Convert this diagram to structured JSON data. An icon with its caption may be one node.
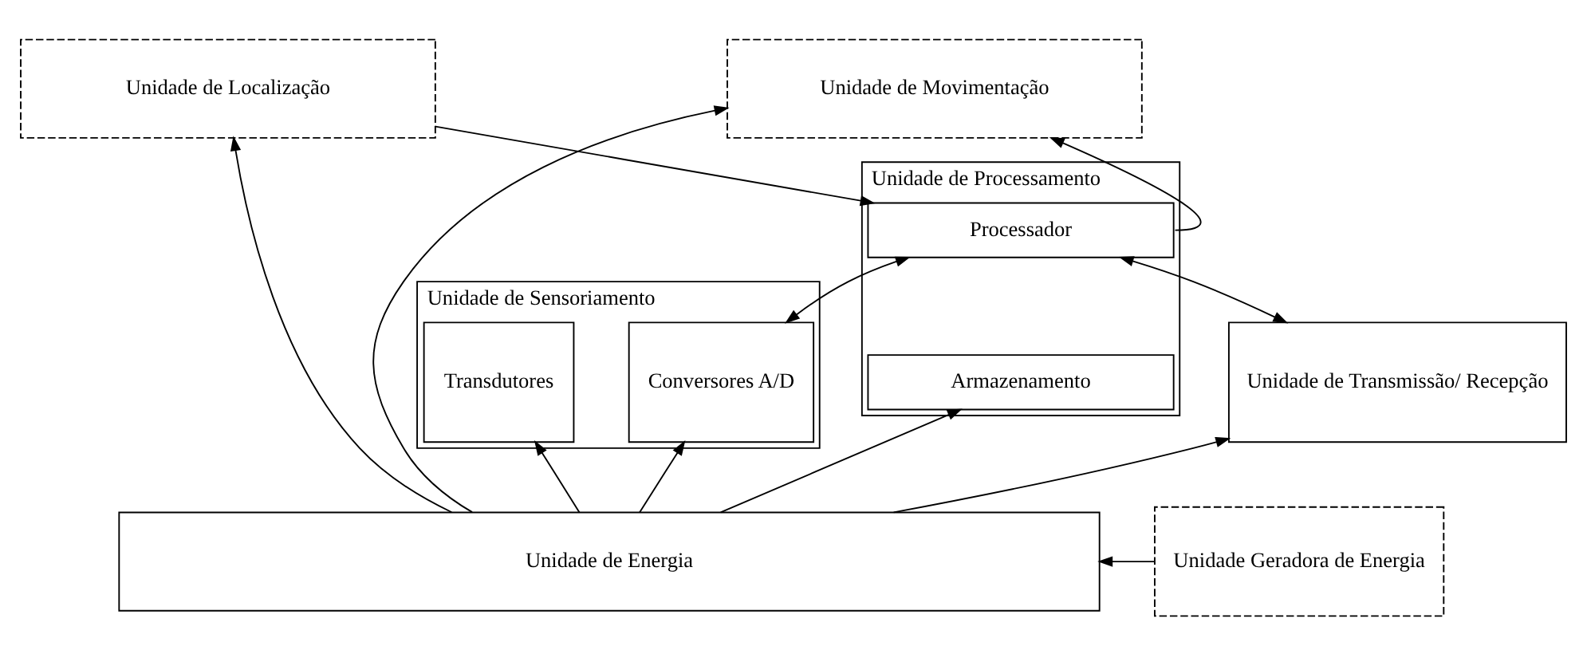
{
  "diagram": {
    "nodes": [
      {
        "text": [
          "Unidade de Localização"
        ]
      },
      {
        "text": [
          "Unidade de Movimentação"
        ]
      },
      {
        "text": [
          "Unidade de Sensoriamento"
        ]
      },
      {
        "text": [
          "Transdutores"
        ],
        "in": 2
      },
      {
        "text": [
          "Conversores A/D"
        ],
        "in": 2
      },
      {
        "text": [
          "Unidade de Processamento"
        ]
      },
      {
        "text": [
          "Processador"
        ],
        "in": 5
      },
      {
        "text": [
          "Armazenamento"
        ],
        "in": 5
      },
      {
        "text": [
          "Unidade de Transmissão/ Recepção"
        ]
      },
      {
        "text": [
          "Unidade de Energia"
        ]
      },
      {
        "text": [
          "Unidade Geradora de Energia"
        ]
      }
    ],
    "edges": [
      {
        "from": 9,
        "to": 0,
        "arrow": "to"
      },
      {
        "from": 0,
        "to": 6,
        "arrow": "to"
      },
      {
        "from": 6,
        "to": 1,
        "arrow": "to"
      },
      {
        "from": 4,
        "to": 6,
        "arrow": "both"
      },
      {
        "from": 6,
        "to": 8,
        "arrow": "both"
      },
      {
        "from": 9,
        "to": 3,
        "arrow": "to"
      },
      {
        "from": 9,
        "to": 4,
        "arrow": "to"
      },
      {
        "from": 9,
        "to": 7,
        "arrow": "to"
      },
      {
        "from": 9,
        "to": 8,
        "arrow": "to"
      },
      {
        "from": 9,
        "to": 1,
        "arrow": "to"
      },
      {
        "from": 10,
        "to": 9,
        "arrow": "to"
      }
    ]
  }
}
